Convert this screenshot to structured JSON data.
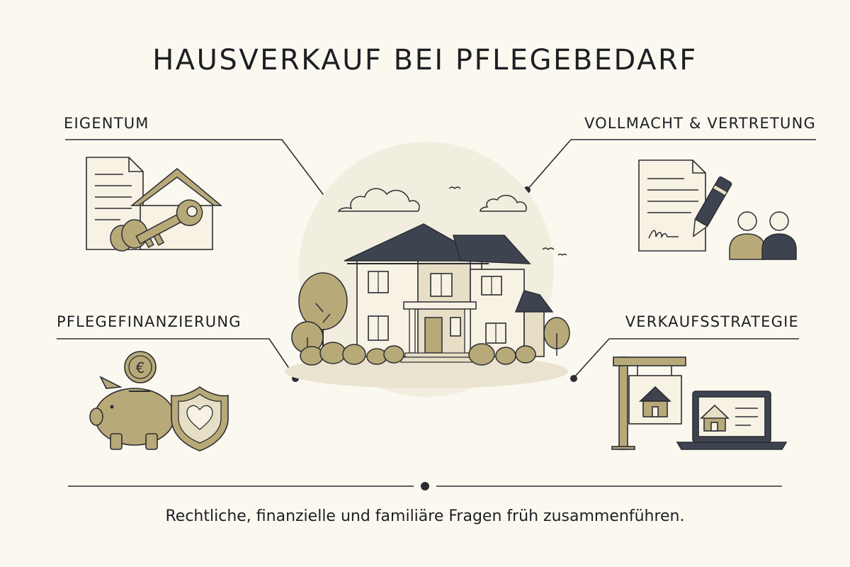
{
  "title": "HAUSVERKAUF BEI PFLEGEBEDARF",
  "sections": {
    "eigentum": {
      "label": "EIGENTUM",
      "icon": "document-house-key-icon"
    },
    "vollmacht": {
      "label": "VOLLMACHT & VERTRETUNG",
      "icon": "signed-document-pen-people-icon"
    },
    "pflegefinanzierung": {
      "label": "PFLEGEFINANZIERUNG",
      "icon": "piggy-bank-euro-shield-icon"
    },
    "verkaufsstrategie": {
      "label": "VERKAUFSSTRATEGIE",
      "icon": "sale-sign-laptop-icon"
    }
  },
  "center_icon": "house-illustration",
  "euro_symbol": "€",
  "footer": "Rechtliche, finanzielle und familiäre Fragen früh zusammenführen.",
  "colors": {
    "background": "#fbf8f0",
    "ink": "#2b2d33",
    "olive": "#b8a978",
    "olive_dark": "#7d7550",
    "beige": "#e6dfc6",
    "cream": "#f7f2e4",
    "slate": "#3e4350"
  }
}
